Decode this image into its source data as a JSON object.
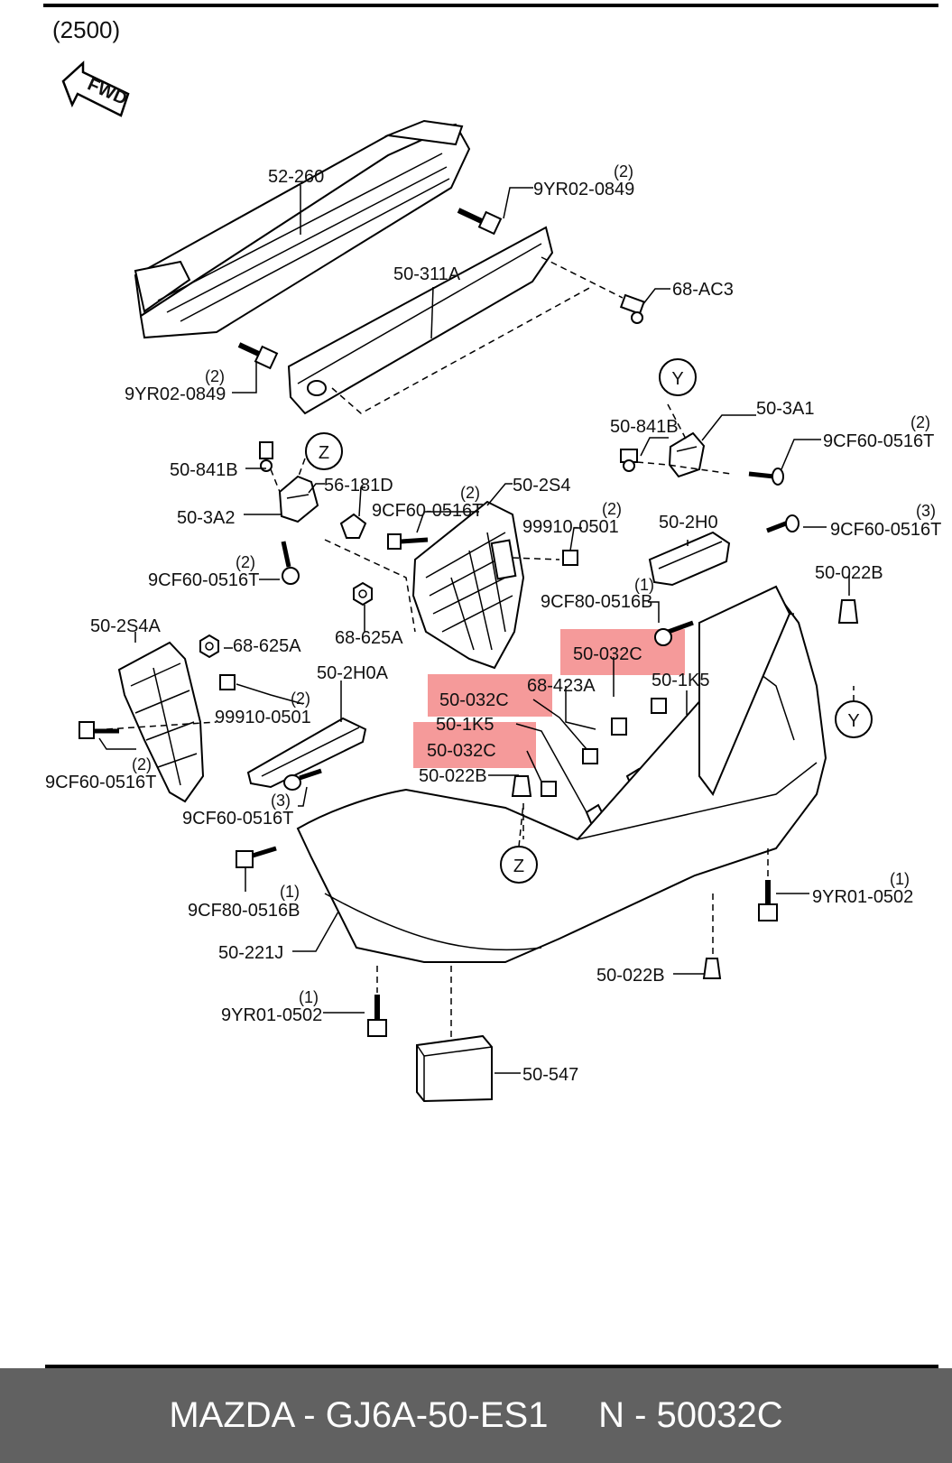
{
  "page_code": "(2500)",
  "fwd_label": "FWD",
  "callouts": {
    "y": "Y",
    "z": "Z"
  },
  "labels": {
    "l_52_260": "52-260",
    "l_9yr02_top": "9YR02-0849",
    "q_9yr02_top": "(2)",
    "l_50_311a": "50-311A",
    "l_68_ac3": "68-AC3",
    "l_9yr02_left": "9YR02-0849",
    "q_9yr02_left": "(2)",
    "l_50_3a1": "50-3A1",
    "l_50_841b_r": "50-841B",
    "l_9cf60_r1": "9CF60-0516T",
    "q_9cf60_r1": "(2)",
    "l_50_841b_l": "50-841B",
    "l_56_181d": "56-181D",
    "l_50_2s4": "50-2S4",
    "l_9cf60_m": "9CF60-0516T",
    "q_9cf60_m": "(2)",
    "l_50_3a2": "50-3A2",
    "l_99910_m": "99910-0501",
    "q_99910_m": "(2)",
    "l_50_2h0": "50-2H0",
    "l_9cf60_r2": "9CF60-0516T",
    "q_9cf60_r2": "(3)",
    "l_9cf60_l1": "9CF60-0516T",
    "q_9cf60_l1": "(2)",
    "l_50_022b_r": "50-022B",
    "l_9cf80_r": "9CF80-0516B",
    "q_9cf80_r": "(1)",
    "l_68_625a_m": "68-625A",
    "l_50_2s4a": "50-2S4A",
    "l_68_625a_l": "68-625A",
    "l_50_032c_a": "50-032C",
    "l_50_1k5_r": "50-1K5",
    "l_50_2h0a": "50-2H0A",
    "l_68_423a": "68-423A",
    "l_50_032c_b": "50-032C",
    "l_99910_l": "99910-0501",
    "q_99910_l": "(2)",
    "l_50_1k5_l": "50-1K5",
    "l_50_032c_c": "50-032C",
    "l_9cf60_l2": "9CF60-0516T",
    "q_9cf60_l2": "(2)",
    "l_50_022b_m": "50-022B",
    "l_9cf60_l3": "9CF60-0516T",
    "q_9cf60_l3": "(3)",
    "l_9cf80_l": "9CF80-0516B",
    "q_9cf80_l": "(1)",
    "l_9yr01_r": "9YR01-0502",
    "q_9yr01_r": "(1)",
    "l_50_221j": "50-221J",
    "l_50_022b_b": "50-022B",
    "l_9yr01_l": "9YR01-0502",
    "q_9yr01_l": "(1)",
    "l_50_547": "50-547"
  },
  "footer": {
    "brand": "MAZDA - GJ6A-50-ES1",
    "part_no": "N - 50032C"
  }
}
